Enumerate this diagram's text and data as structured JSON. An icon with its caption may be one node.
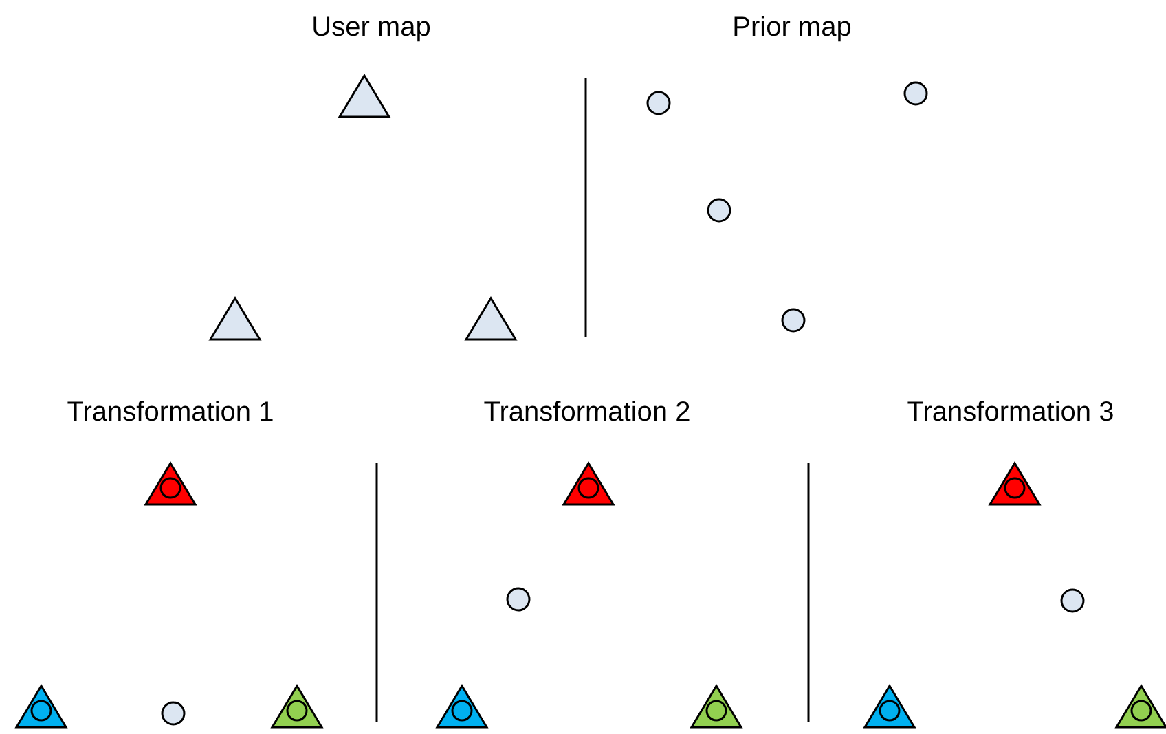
{
  "diagram": {
    "labels": [
      "User map",
      "Prior map",
      "Transformation 1",
      "Transformation 2",
      "Transformation 3"
    ]
  }
}
